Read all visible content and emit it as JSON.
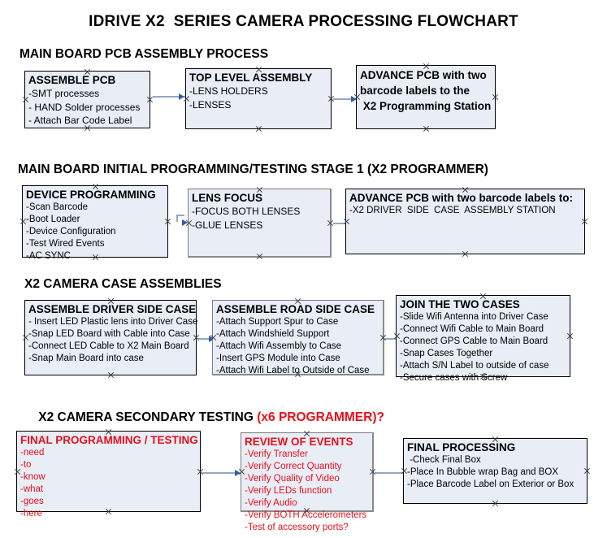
{
  "title": "IDRIVE X2  SERIES CAMERA PROCESSING FLOWCHART",
  "colors": {
    "box_fill": "#e8edf6",
    "box_border": "#000000",
    "shadow_border": "#7d7d7d",
    "arrow_shaft": "#8fa9c4",
    "arrow_head": "#2f5fa8",
    "red_text": "#e8101b",
    "black_text": "#000000"
  },
  "sections": [
    {
      "header": "MAIN BOARD PCB ASSEMBLY PROCESS",
      "header_red": "",
      "nodes": [
        {
          "title": "ASSEMBLE PCB",
          "lines": [
            "-SMT processes",
            "- HAND Solder processes",
            "- Attach Bar Code Label"
          ]
        },
        {
          "title": "TOP LEVEL ASSEMBLY",
          "lines": [
            "-LENS HOLDERS",
            "-LENSES"
          ]
        },
        {
          "title": "ADVANCE PCB with two",
          "lines": [
            "barcode labels to the",
            " X2 Programming Station"
          ]
        }
      ]
    },
    {
      "header": "MAIN BOARD INITIAL PROGRAMMING/TESTING STAGE 1 (X2 PROGRAMMER)",
      "header_red": "",
      "nodes": [
        {
          "title": "DEVICE PROGRAMMING",
          "lines": [
            "-Scan Barcode",
            "-Boot Loader",
            "-Device Configuration",
            "-Test Wired Events",
            "-AC SYNC"
          ]
        },
        {
          "title": "LENS FOCUS",
          "lines": [
            "-FOCUS BOTH LENSES",
            "-GLUE LENSES"
          ]
        },
        {
          "title": "ADVANCE PCB with two barcode labels to:",
          "lines": [
            "-X2 DRIVER  SIDE  CASE  ASSEMBLY STATION"
          ]
        }
      ]
    },
    {
      "header": "X2 CAMERA CASE ASSEMBLIES",
      "header_red": "",
      "nodes": [
        {
          "title": "ASSEMBLE DRIVER SIDE CASE",
          "lines": [
            "- Insert LED Plastic lens into Driver Case",
            "-Snap LED Board with Cable into Case",
            "-Connect LED Cable to X2 Main Board",
            "-Snap Main Board into case"
          ]
        },
        {
          "title": "ASSEMBLE ROAD SIDE CASE",
          "lines": [
            "-Attach Support Spur to Case",
            "-Attach Windshield Support",
            "-Attach Wifi Assembly to Case",
            "-Insert GPS Module into Case",
            "-Attach Wifi Label to Outside of Case"
          ]
        },
        {
          "title": "JOIN THE TWO CASES",
          "lines": [
            "-Slide Wifi Antenna into Driver Case",
            "-Connect Wifi Cable to Main Board",
            "-Connect GPS Cable to Main Board",
            "-Snap Cases Together",
            "-Attach S/N Label to outside of case",
            "-Secure cases with Screw"
          ]
        }
      ]
    },
    {
      "header": "X2 CAMERA SECONDARY TESTING ",
      "header_red": "(x6 PROGRAMMER)?",
      "nodes": [
        {
          "title": "FINAL PROGRAMMING / TESTING",
          "lines": [
            "-need",
            "-to",
            "-know",
            "-what",
            "-goes",
            "-here"
          ]
        },
        {
          "title": "REVIEW OF EVENTS",
          "lines": [
            "-Verify Transfer",
            "-Verify Correct Quantity",
            "-Verify Quality of Video",
            "-Verify LEDs function",
            "-Verify Audio",
            "-Verify BOTH Accelerometers",
            "-Test of accessory ports?"
          ]
        },
        {
          "title": "FINAL PROCESSING",
          "lines": [
            " -Check Final Box",
            "-Place In Bubble wrap Bag and BOX",
            "-Place Barcode Label on Exterior or Box"
          ]
        }
      ]
    }
  ]
}
